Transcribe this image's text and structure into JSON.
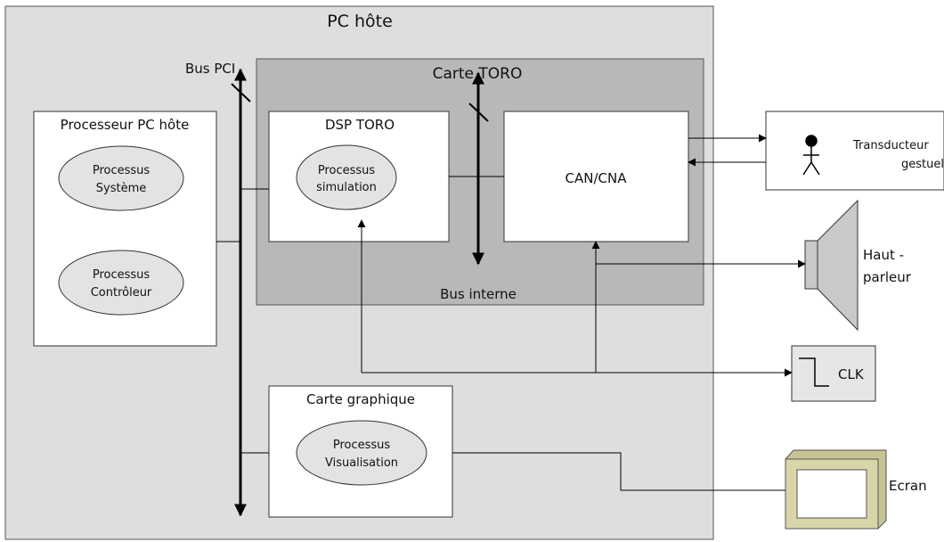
{
  "labels": {
    "pc_host": "PC hôte",
    "bus_pci": "Bus PCI",
    "carte_toro": "Carte TORO",
    "dsp_toro": "DSP TORO",
    "processeur_pc": "Processeur PC hôte",
    "proc_systeme_1": "Processus",
    "proc_systeme_2": "Système",
    "proc_controleur_1": "Processus",
    "proc_controleur_2": "Contrôleur",
    "proc_simulation_1": "Processus",
    "proc_simulation_2": "simulation",
    "can_cna": "CAN/CNA",
    "bus_interne": "Bus interne",
    "carte_graphique": "Carte graphique",
    "proc_visu_1": "Processus",
    "proc_visu_2": "Visualisation",
    "transducteur_1": "Transducteur",
    "transducteur_2": "gestuel",
    "haut_parleur_1": "Haut -",
    "haut_parleur_2": "parleur",
    "clk": "CLK",
    "ecran": "Ecran"
  },
  "colors": {
    "pc_host_bg": "#dedede",
    "carte_toro_bg": "#b8b8b8",
    "process_bg": "#e3e3e3",
    "speaker_bg": "#c9c9c9",
    "clk_bg": "#e6e6e6",
    "screen_frame": "#d8d6a8",
    "line": "#000000"
  }
}
